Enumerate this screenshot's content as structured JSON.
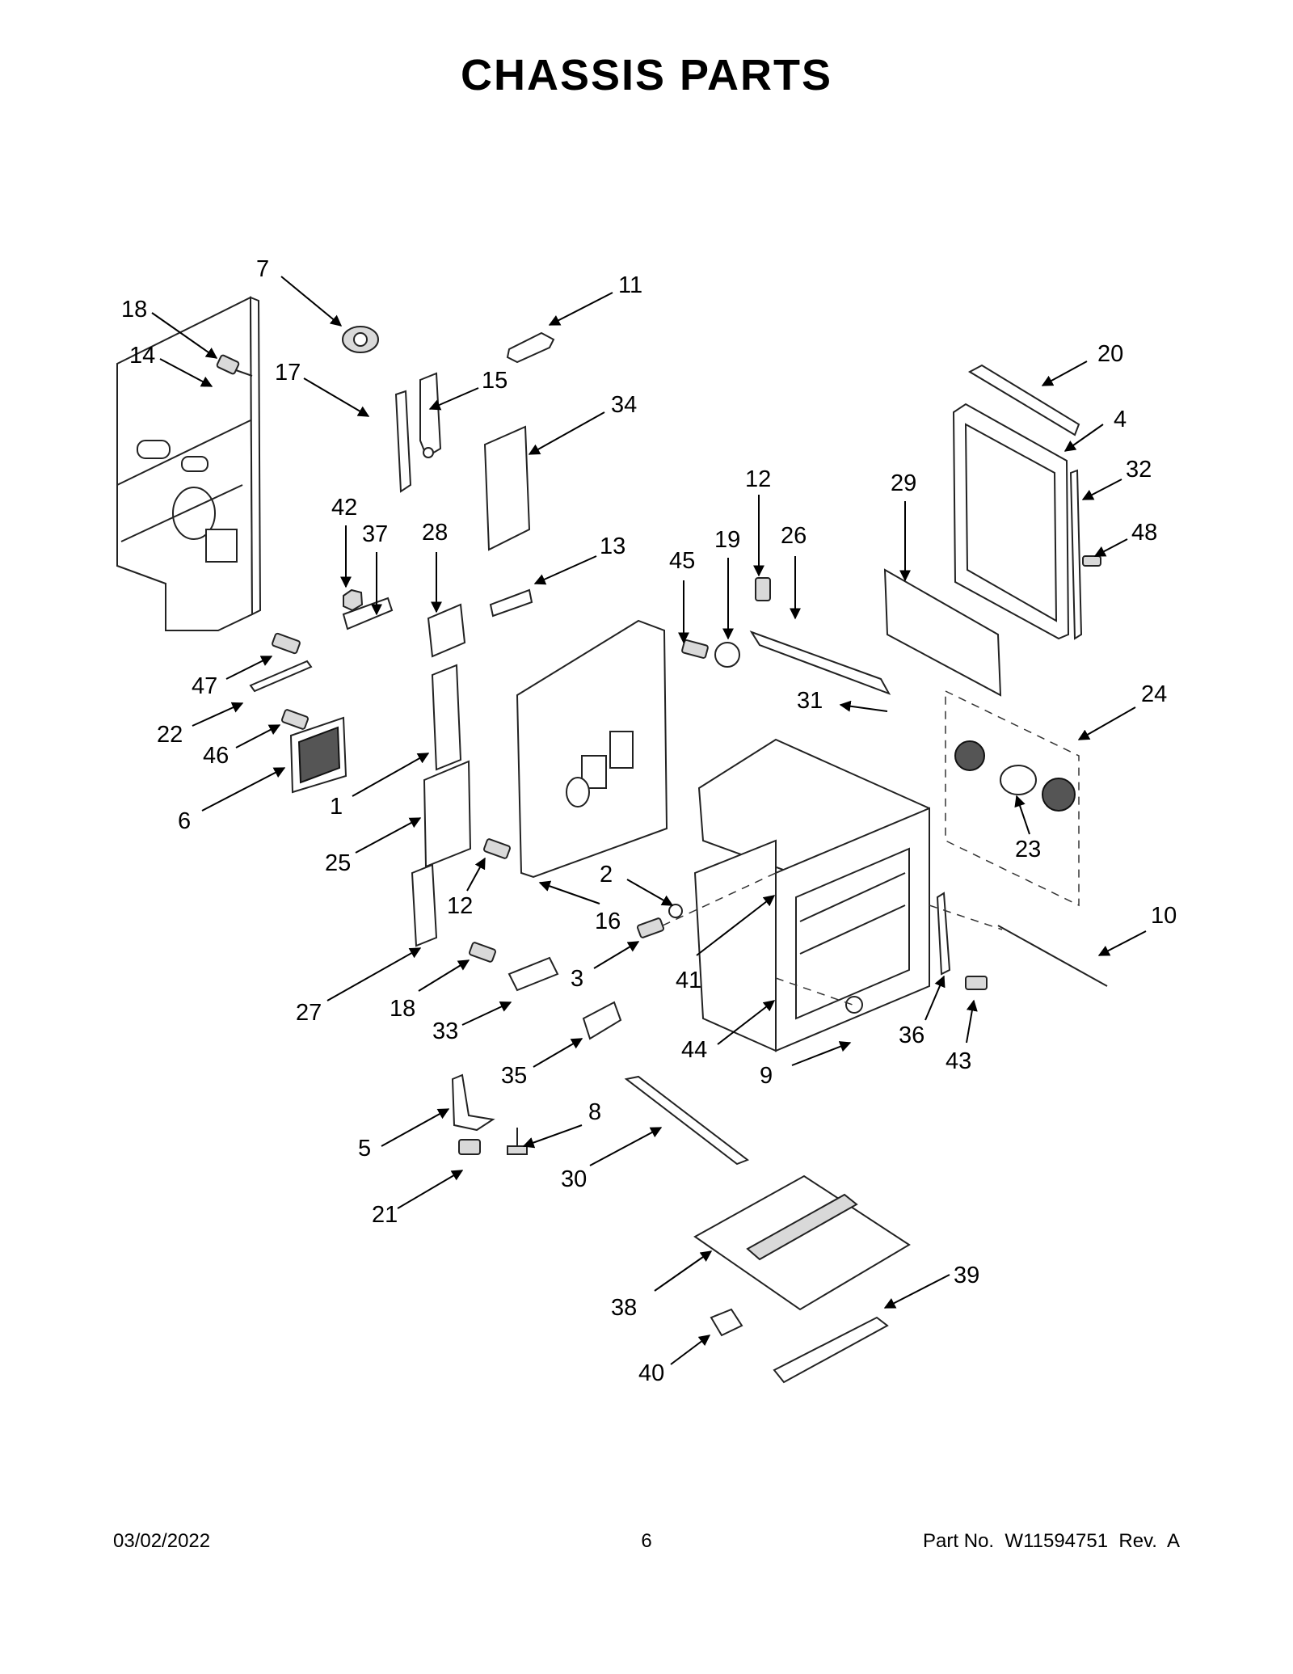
{
  "title": "CHASSIS PARTS",
  "callouts": {
    "c1": "1",
    "c2": "2",
    "c3": "3",
    "c4": "4",
    "c5": "5",
    "c6": "6",
    "c7": "7",
    "c8": "8",
    "c9": "9",
    "c10": "10",
    "c11": "11",
    "c12a": "12",
    "c12b": "12",
    "c13": "13",
    "c14": "14",
    "c15": "15",
    "c16": "16",
    "c17": "17",
    "c18a": "18",
    "c18b": "18",
    "c19": "19",
    "c20": "20",
    "c21": "21",
    "c22": "22",
    "c23": "23",
    "c24": "24",
    "c25": "25",
    "c26": "26",
    "c27": "27",
    "c28": "28",
    "c29": "29",
    "c30": "30",
    "c31": "31",
    "c32": "32",
    "c33": "33",
    "c34": "34",
    "c35": "35",
    "c36": "36",
    "c37": "37",
    "c38": "38",
    "c39": "39",
    "c40": "40",
    "c41": "41",
    "c42": "42",
    "c43": "43",
    "c44": "44",
    "c45": "45",
    "c46": "46",
    "c47": "47",
    "c48": "48"
  },
  "footer": {
    "date": "03/02/2022",
    "page": "6",
    "part_no": "Part No.  W11594751  Rev.  A"
  }
}
